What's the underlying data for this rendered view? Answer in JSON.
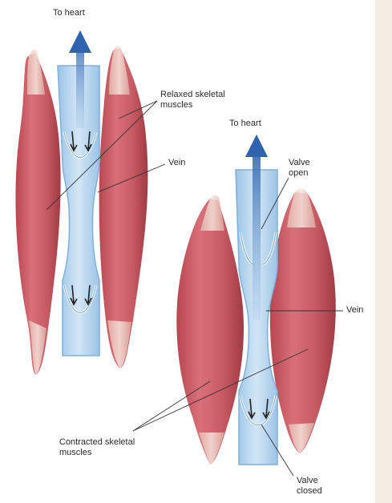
{
  "colors": {
    "muscle": "#c9575f",
    "muscle_dark": "#a53e48",
    "tendon": "#efd2c8",
    "vein_fill": "#b9d6ef",
    "vein_edge": "#7fb0d9",
    "arrow": "#3b6fb5",
    "leader": "#333333",
    "paper_edge": "#f2ebe0"
  },
  "labels": {
    "left_to_heart": "To heart",
    "relaxed_line1": "Relaxed skeletal",
    "relaxed_line2": "muscles",
    "left_vein": "Vein",
    "right_to_heart": "To heart",
    "valve_open_line1": "Valve",
    "valve_open_line2": "open",
    "right_vein": "Vein",
    "contracted_line1": "Contracted skeletal",
    "contracted_line2": "muscles",
    "valve_closed_line1": "Valve",
    "valve_closed_line2": "closed"
  }
}
